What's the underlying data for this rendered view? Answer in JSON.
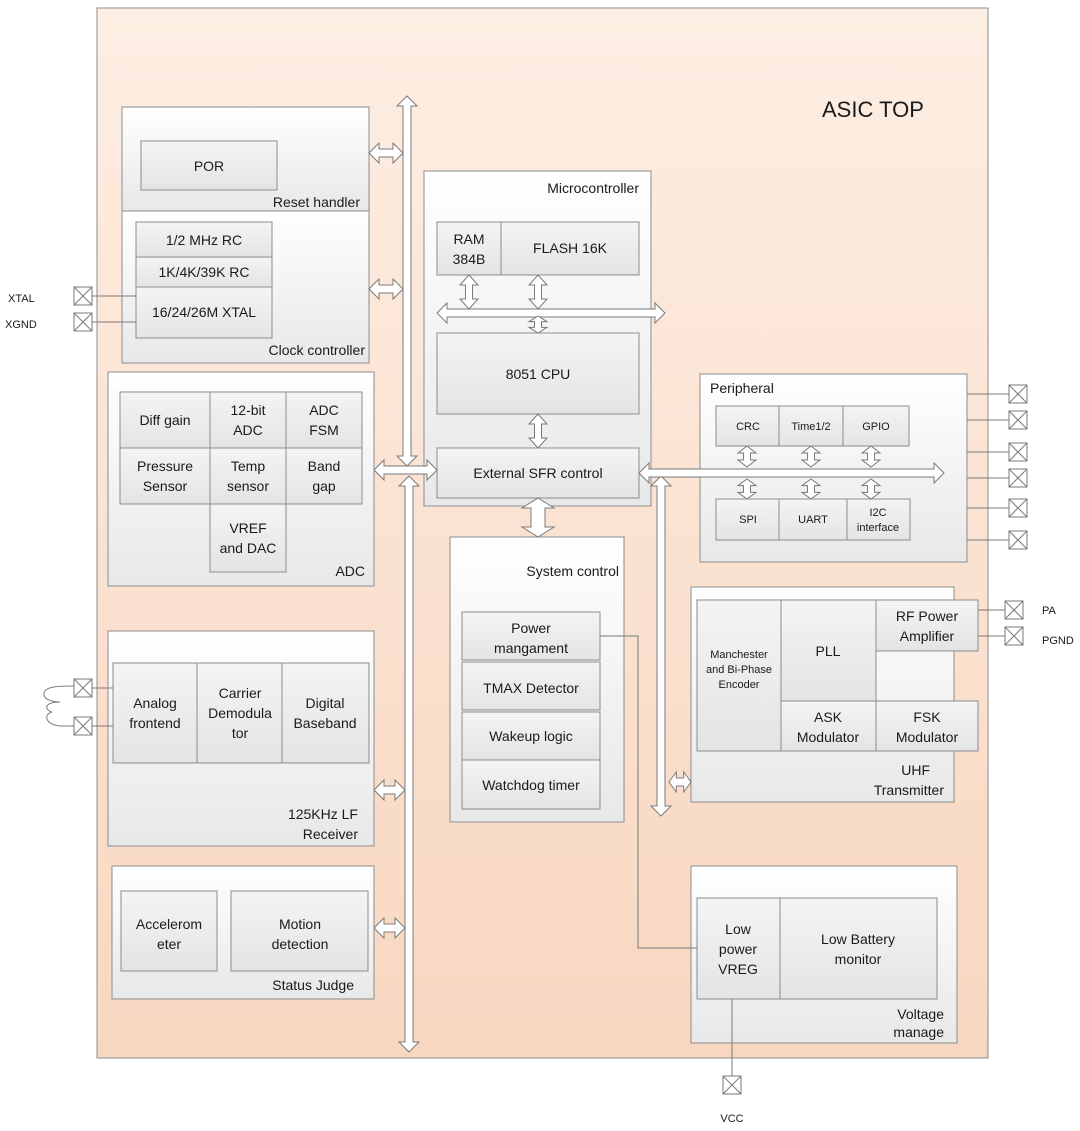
{
  "title": "ASIC TOP",
  "colors": {
    "asic_top": "#f9d9c3",
    "asic_bottom": "#fdeee3",
    "block_top": "#ffffff",
    "block_bottom": "#eaeaea",
    "cell": "#ededed",
    "stroke": "#8c8c8c"
  },
  "reset_handler": {
    "label": "Reset handler",
    "por": "POR"
  },
  "clock_controller": {
    "label": "Clock controller",
    "rc_12m": "1/2 MHz RC",
    "rc_khz": "1K/4K/39K  RC",
    "xtal": "16/24/26M XTAL"
  },
  "adc": {
    "label": "ADC",
    "cells": [
      [
        "Diff gain"
      ],
      [
        "12-bit",
        "ADC"
      ],
      [
        "ADC",
        "FSM"
      ],
      [
        "Pressure",
        "Sensor"
      ],
      [
        "Temp",
        "sensor"
      ],
      [
        "Band",
        "gap"
      ],
      [
        "VREF",
        "and DAC"
      ]
    ]
  },
  "lf_receiver": {
    "label": [
      "125KHz LF",
      "Receiver"
    ],
    "cells": [
      [
        "Analog",
        "frontend"
      ],
      [
        "Carrier",
        "Demodula",
        "tor"
      ],
      [
        "Digital",
        "Baseband"
      ]
    ]
  },
  "status_judge": {
    "label": "Status Judge",
    "cells": [
      [
        "Accelerom",
        "eter"
      ],
      [
        "Motion",
        "detection"
      ]
    ]
  },
  "microcontroller": {
    "label": "Microcontroller",
    "ram": [
      "RAM",
      "384B"
    ],
    "flash": "FLASH 16K",
    "cpu": "8051 CPU",
    "sfr": "External SFR control"
  },
  "system_control": {
    "label": "System control",
    "items": [
      [
        "Power",
        "mangament"
      ],
      [
        "TMAX Detector"
      ],
      [
        "Wakeup logic"
      ],
      [
        "Watchdog timer"
      ]
    ]
  },
  "peripheral": {
    "label": "Peripheral",
    "top": [
      "CRC",
      "Time1/2",
      "GPIO"
    ],
    "bottom": [
      [
        "SPI"
      ],
      [
        "UART"
      ],
      [
        "I2C",
        "interface"
      ]
    ]
  },
  "uhf_transmitter": {
    "label": [
      "UHF",
      "Transmitter"
    ],
    "encoder": [
      "Manchester",
      "and Bi-Phase",
      "Encoder"
    ],
    "pll": "PLL",
    "rf_pa": [
      "RF Power",
      "Amplifier"
    ],
    "ask": [
      "ASK",
      "Modulator"
    ],
    "fsk": [
      "FSK",
      "Modulator"
    ]
  },
  "voltage_manage": {
    "label": [
      "Voltage",
      "manage"
    ],
    "vreg": [
      "Low",
      "power",
      "VREG"
    ],
    "battery": [
      "Low Battery",
      "monitor"
    ]
  },
  "pins": {
    "xtal": "XTAL",
    "xgnd": "XGND",
    "pa": "PA",
    "pgnd": "PGND",
    "vcc": "VCC"
  }
}
